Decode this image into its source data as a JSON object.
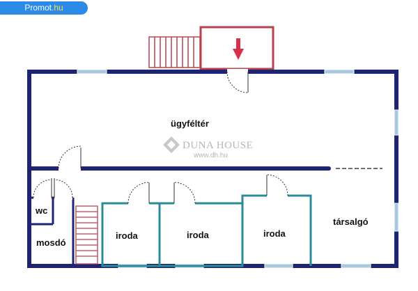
{
  "badge": {
    "name": "Promot",
    "tld": ".hu"
  },
  "watermark": {
    "brand": "DUNA HOUSE",
    "url": "www.dh.hu"
  },
  "rooms": {
    "client_area": "ügyféltér",
    "wc": "wc",
    "washroom": "mosdó",
    "office_1": "iroda",
    "office_2": "iroda",
    "office_3": "iroda",
    "lounge": "társalgó"
  },
  "colors": {
    "wall": "#1d2472",
    "partition": "#2a8c99",
    "window": "#a9c8dd",
    "stair_and_entry": "#b7434e",
    "badge": "#2b8be6",
    "watermark": "#b5b5b5"
  },
  "icons": {
    "entrance": "entrance-arrow-icon",
    "logo": "duna-house-logo-icon"
  }
}
